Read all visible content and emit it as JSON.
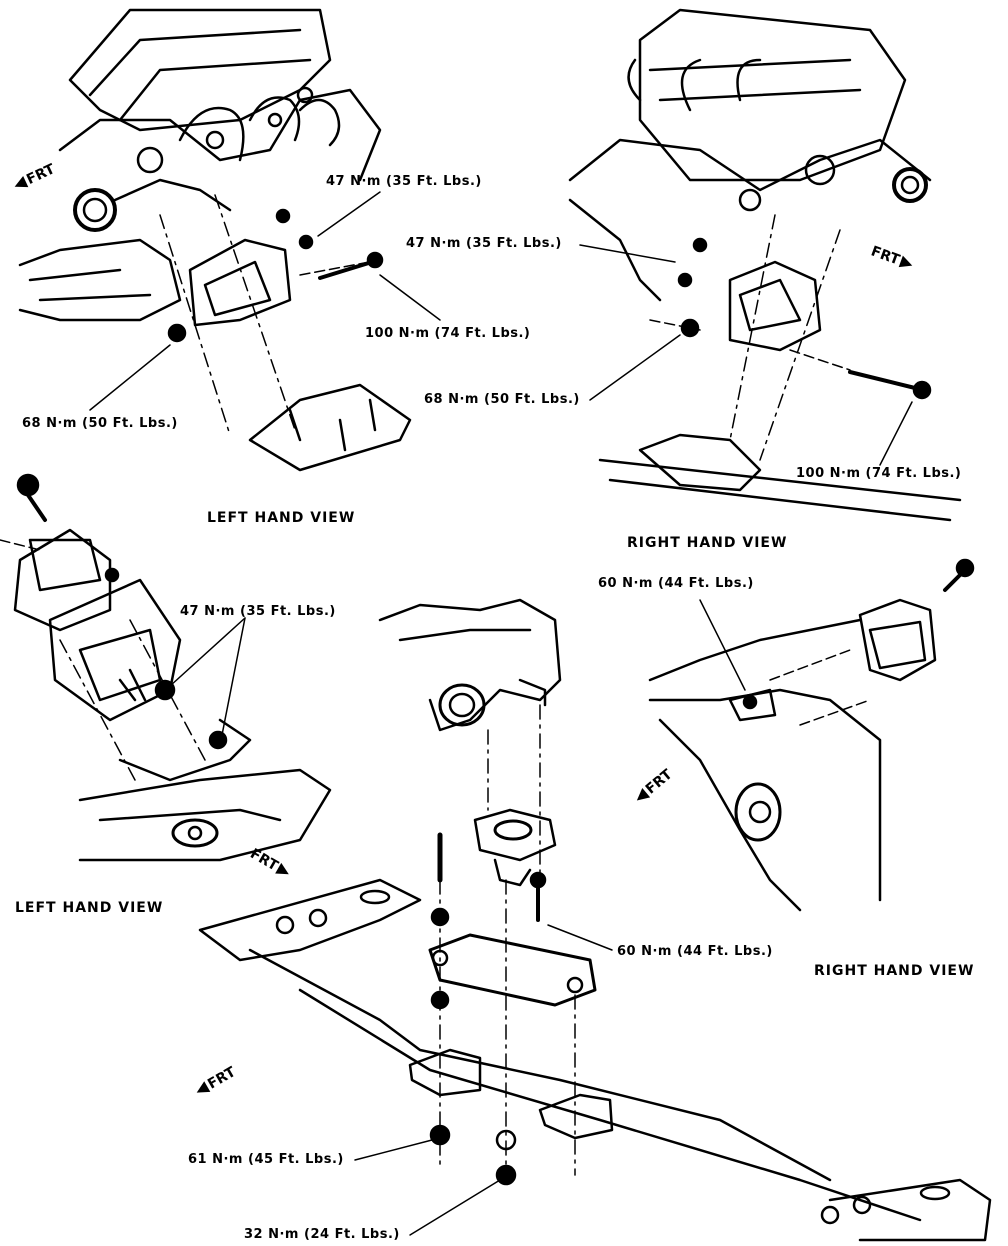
{
  "torque_labels": {
    "tl_upper_47": "47 N·m (35 Ft. Lbs.)",
    "tl_100": "100 N·m (74 Ft. Lbs.)",
    "tl_68": "68 N·m (50 Ft. Lbs.)",
    "tr_47": "47 N·m (35 Ft. Lbs.)",
    "tr_68": "68 N·m (50 Ft. Lbs.)",
    "tr_100": "100 N·m (74 Ft. Lbs.)",
    "ml_47": "47 N·m (35 Ft. Lbs.)",
    "mr_60": "60 N·m (44 Ft. Lbs.)",
    "bc_60": "60 N·m (44 Ft. Lbs.)",
    "bc_61": "61 N·m (45 Ft. Lbs.)",
    "bc_32": "32 N·m (24 Ft. Lbs.)"
  },
  "view_labels": {
    "top_left": "LEFT HAND VIEW",
    "top_right": "RIGHT HAND VIEW",
    "mid_left": "LEFT HAND VIEW",
    "mid_right": "RIGHT HAND VIEW"
  },
  "direction": {
    "front": "FRT",
    "arrow_glyph": "◀"
  },
  "colors": {
    "ink": "#000000",
    "paper": "#ffffff"
  }
}
